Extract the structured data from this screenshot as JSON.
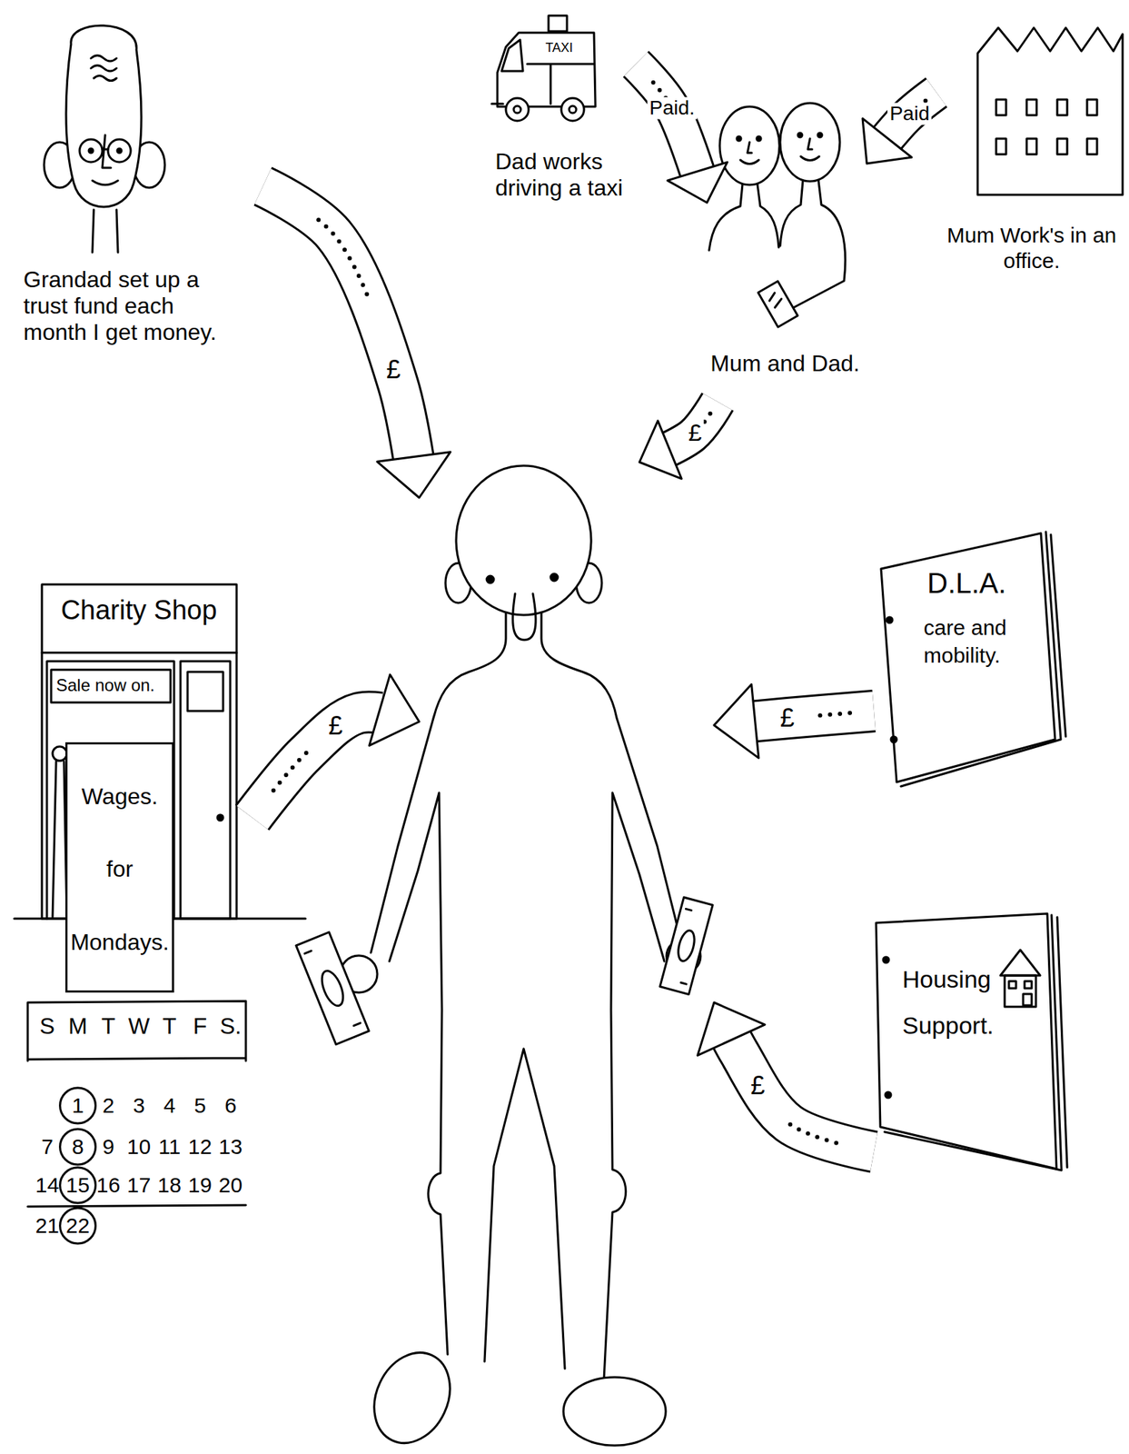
{
  "diagram": {
    "nodes": [
      {
        "text": [
          "Grandad set up a trust fund each month I get money."
        ]
      },
      {
        "text": [
          "TAXI",
          "Dad works driving a taxi"
        ]
      },
      {
        "text": [
          "Mum and Dad."
        ]
      },
      {
        "text": [
          "Mum Work's in an office."
        ]
      },
      {
        "text": []
      },
      {
        "text": [
          "Charity Shop",
          "Sale now on."
        ]
      },
      {
        "text": [
          "Wages. for Mondays."
        ],
        "in": 5
      },
      {
        "text": [
          "D.L.A.",
          "care and mobility."
        ]
      },
      {
        "text": [
          "Housing Support."
        ]
      }
    ],
    "edges": [
      {
        "from": 0,
        "to": 4,
        "arrow": "to",
        "label": "£"
      },
      {
        "from": 1,
        "to": 2,
        "arrow": "to",
        "label": "Paid."
      },
      {
        "from": 3,
        "to": 2,
        "arrow": "to",
        "label": "Paid"
      },
      {
        "from": 2,
        "to": 4,
        "arrow": "to",
        "label": "£"
      },
      {
        "from": 5,
        "to": 4,
        "arrow": "to",
        "label": "£"
      },
      {
        "from": 7,
        "to": 4,
        "arrow": "to",
        "label": "£"
      },
      {
        "from": 8,
        "to": 4,
        "arrow": "to",
        "label": "£"
      }
    ],
    "labels": [
      "S",
      "M",
      "T",
      "W",
      "T",
      "F",
      "S.",
      "1",
      "2",
      "3",
      "4",
      "5",
      "6",
      "7",
      "8",
      "9",
      "10",
      "11",
      "12",
      "13",
      "14",
      "15",
      "16",
      "17",
      "18",
      "19",
      "20",
      "21",
      "22"
    ]
  }
}
